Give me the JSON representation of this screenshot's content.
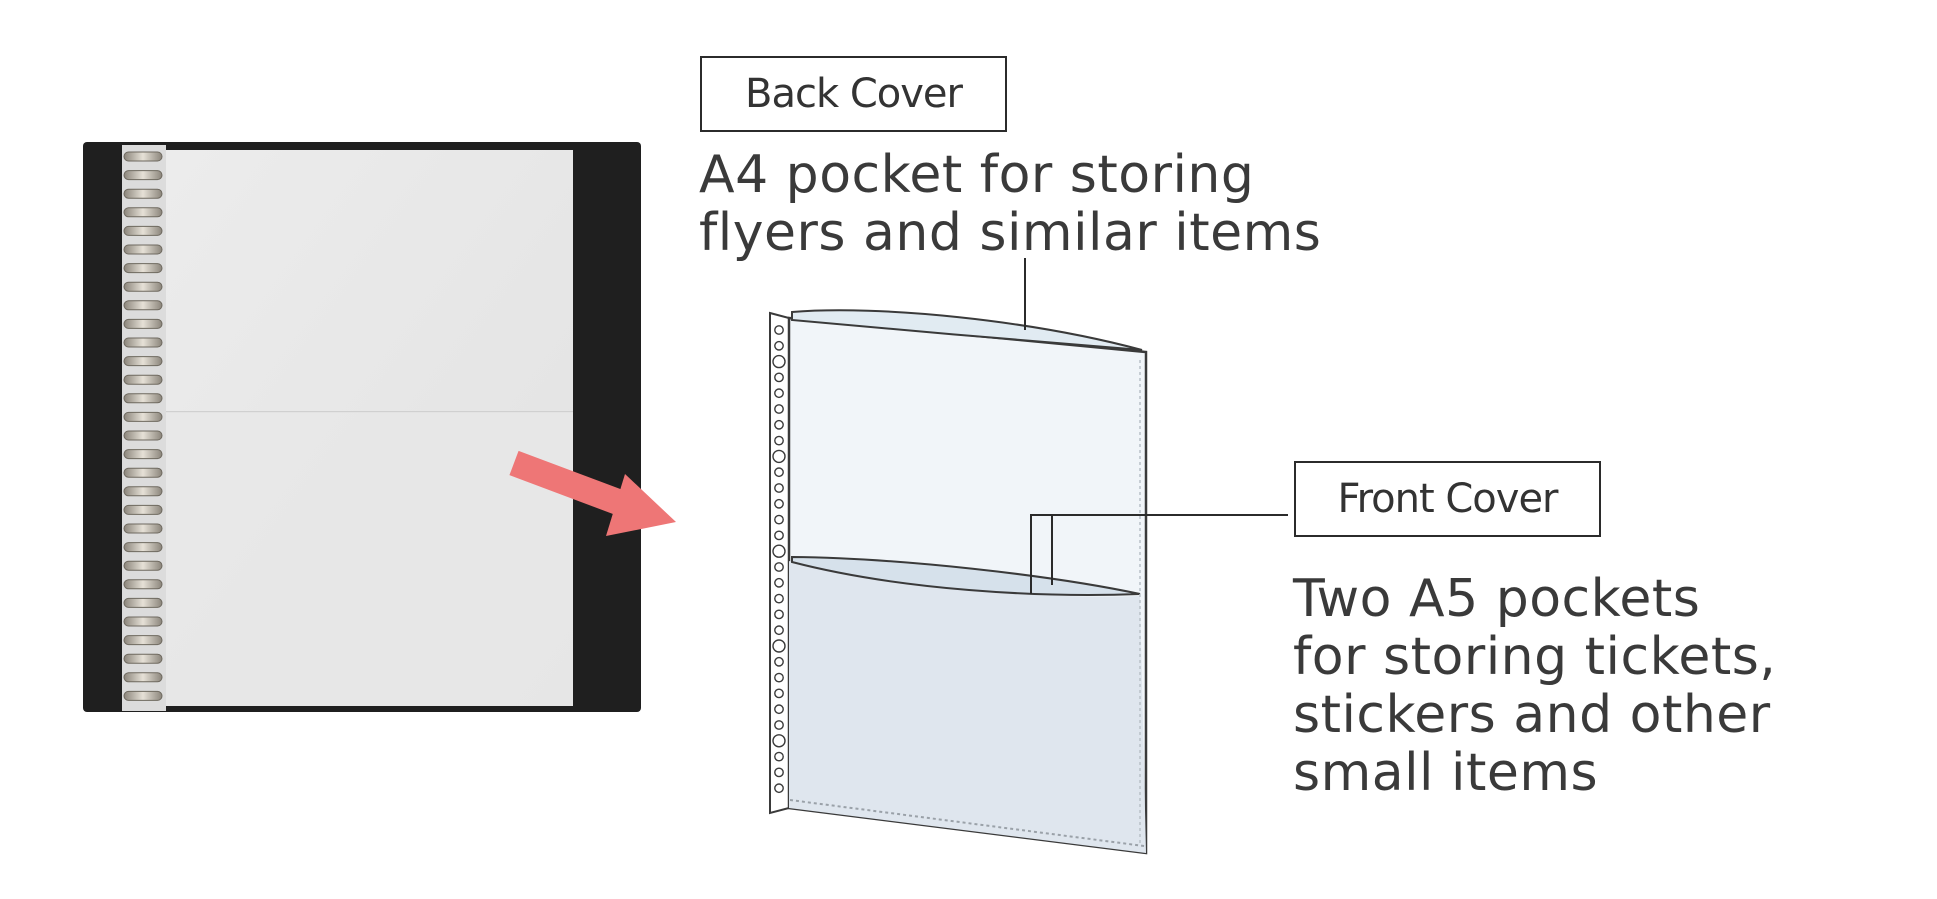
{
  "colors": {
    "binder": "#1f1f1f",
    "arrow": "#ee7676",
    "sleeve_top": "#f1f5f9",
    "sleeve_bottom": "#dfe6ee",
    "ring": "#b9b3a8"
  },
  "back_cover": {
    "label": "Back Cover",
    "description_lines": [
      "A4 pocket for storing",
      "flyers and similar items"
    ]
  },
  "front_cover": {
    "label": "Front Cover",
    "description_lines": [
      "Two A5 pockets",
      "for storing tickets,",
      "stickers and other",
      "small items"
    ]
  }
}
